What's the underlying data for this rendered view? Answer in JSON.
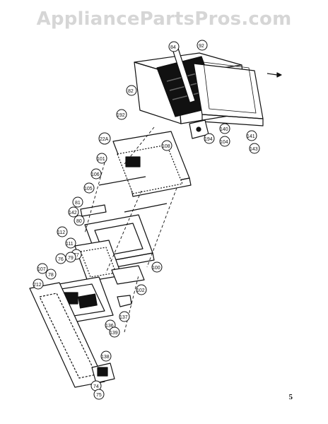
{
  "watermark": "AppliancePartsPros.com",
  "page_number": "5",
  "callouts": [
    "82",
    "84",
    "92",
    "100",
    "101",
    "102",
    "104",
    "105",
    "106",
    "107",
    "108",
    "111",
    "112",
    "136",
    "137",
    "138",
    "139",
    "140",
    "141",
    "142",
    "143",
    "192",
    "194",
    "212",
    "74",
    "75",
    "76",
    "77",
    "78",
    "79",
    "80",
    "81",
    "22A"
  ]
}
